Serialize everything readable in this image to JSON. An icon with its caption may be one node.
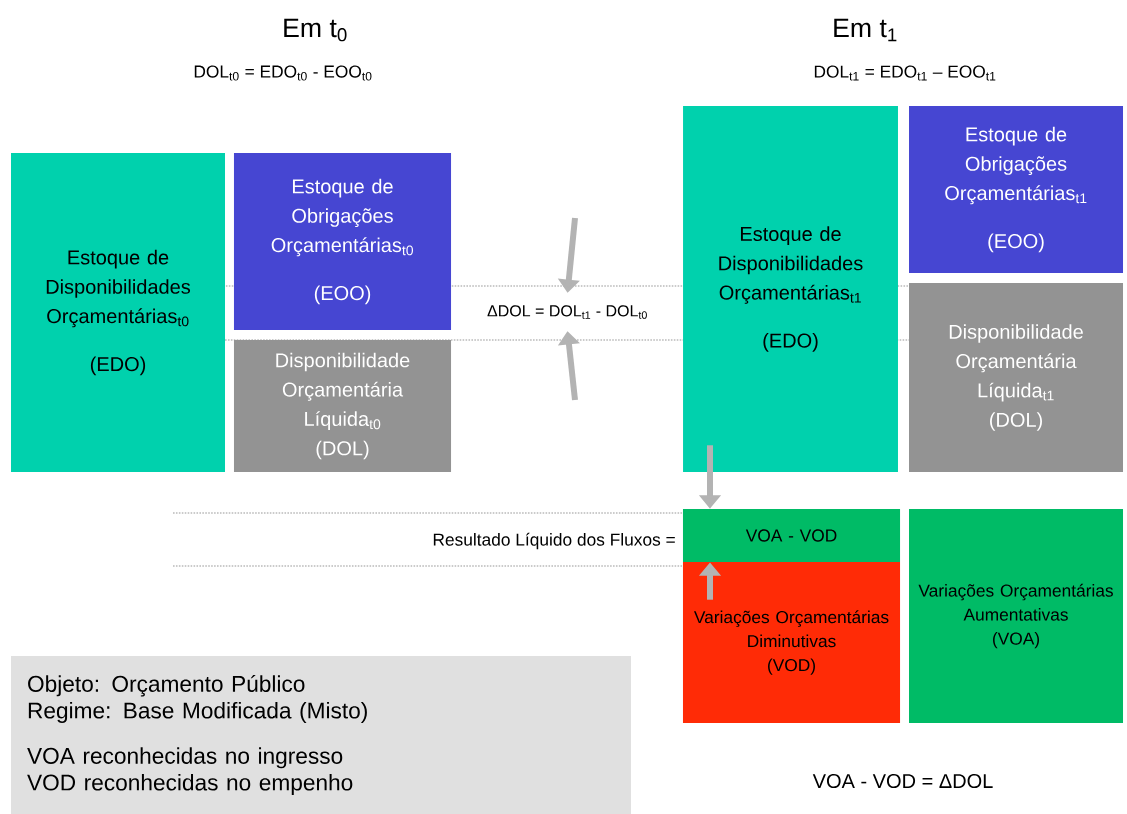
{
  "diagram": {
    "nodes": [
      {
        "text": [
          "Estoque de Disponibilidades Orçamentárias$_{t0}$",
          "(EDO)"
        ]
      },
      {
        "text": [
          "Estoque de Obrigações Orçamentárias$_{t0}$",
          "(EOO)"
        ]
      },
      {
        "text": [
          "Disponibilidade Orçamentária Líquida$_{t0}$",
          "(DOL)"
        ]
      },
      {
        "text": [
          "ΔDOL = DOL$_{t1}$ - DOL$_{t0}$"
        ]
      },
      {
        "text": [
          "Estoque de Disponibilidades Orçamentárias$_{t1}$",
          "(EDO)"
        ]
      },
      {
        "text": [
          "Estoque de Obrigações Orçamentárias$_{t1}$",
          "(EOO)"
        ]
      },
      {
        "text": [
          "Disponibilidade Orçamentária Líquida$_{t1}$",
          "(DOL)"
        ]
      },
      {
        "text": [
          "VOA - VOD"
        ]
      },
      {
        "text": [
          "Variações Orçamentárias Diminutivas",
          "(VOD)"
        ]
      },
      {
        "text": [
          "Variações Orçamentárias Aumentativas",
          "(VOA)"
        ]
      },
      {
        "text": [
          "Objeto: Orçamento Público",
          "Regime: Base Modificada (Misto)",
          "VOA reconhecidas no ingresso",
          "VOD reconhecidas no empenho"
        ]
      }
    ],
    "edges": [
      {
        "from": null,
        "to": 3,
        "arrow": "to"
      },
      {
        "from": null,
        "to": 3,
        "arrow": "to"
      },
      {
        "from": 4,
        "to": 7,
        "arrow": "to"
      },
      {
        "from": 8,
        "to": 7,
        "arrow": "to"
      }
    ],
    "labels": [
      "Em t$_{0}$",
      "Em t$_{1}$",
      "DOL$_{t0}$ = EDO$_{t0}$ - EOO$_{t0}$",
      "DOL$_{t1}$ = EDO$_{t1}$ – EOO$_{t1}$",
      "Resultado Líquido dos Fluxos =",
      "VOA - VOD = ΔDOL"
    ]
  }
}
